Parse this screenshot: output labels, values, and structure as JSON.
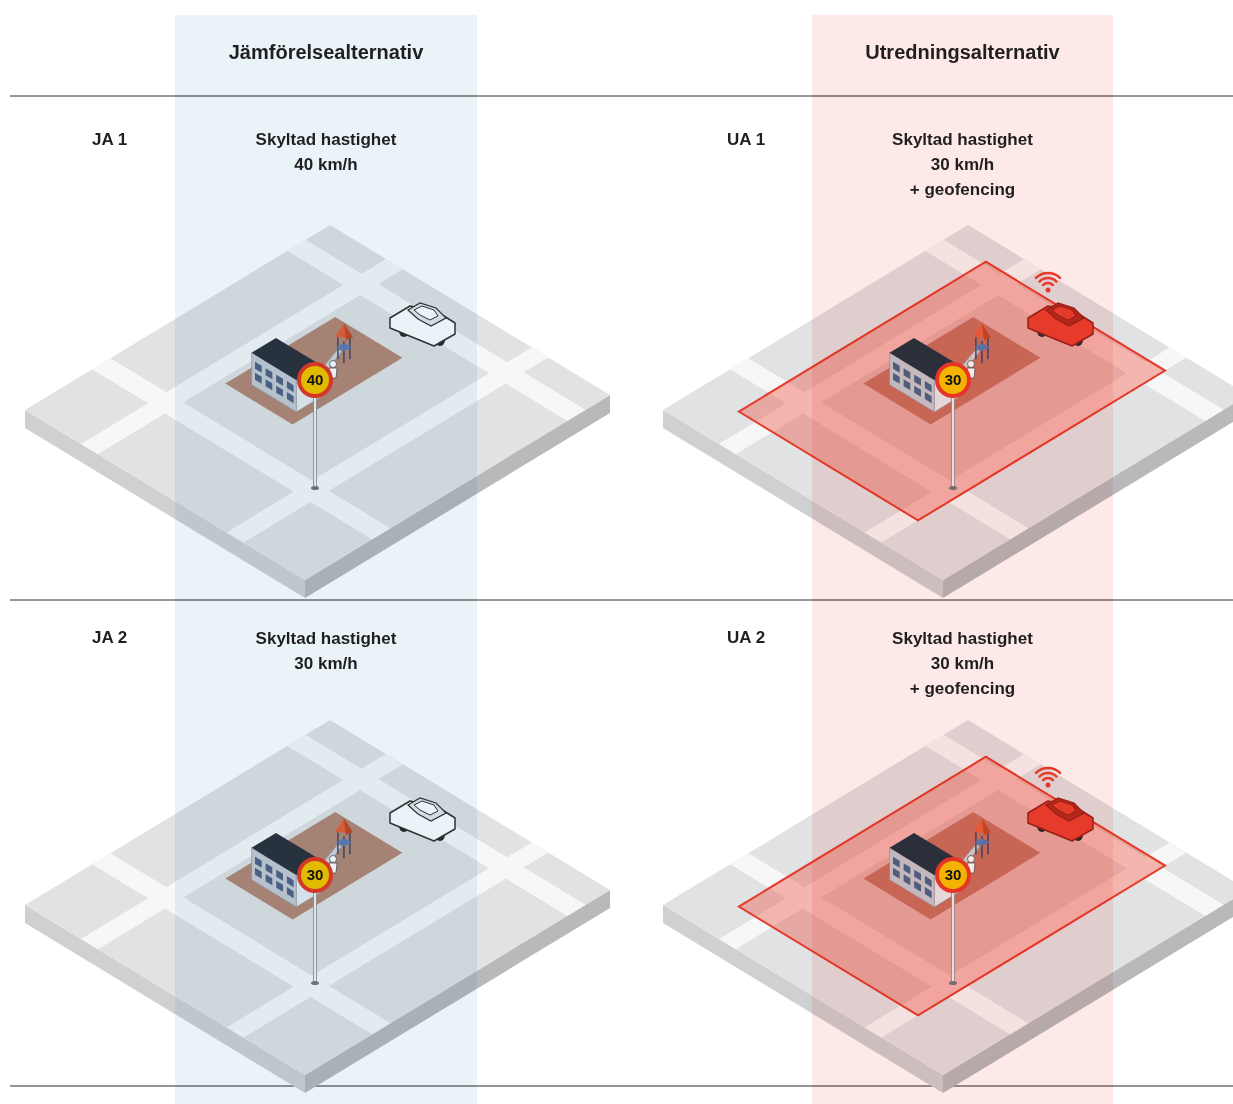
{
  "diagram": {
    "nodes": [
      {
        "text": [
          "Jämförelsealternativ",
          "Skyltad hastighet 40 km/h",
          "Skyltad hastighet 30 km/h"
        ]
      },
      {
        "text": [
          "Utredningsalternativ",
          "Skyltad hastighet 30 km/h + geofencing",
          "Skyltad hastighet 30 km/h + geofencing"
        ]
      }
    ],
    "labels": [
      "JA 1",
      "40",
      "UA 1",
      "30",
      "JA 2",
      "30",
      "UA 2",
      "30"
    ]
  }
}
